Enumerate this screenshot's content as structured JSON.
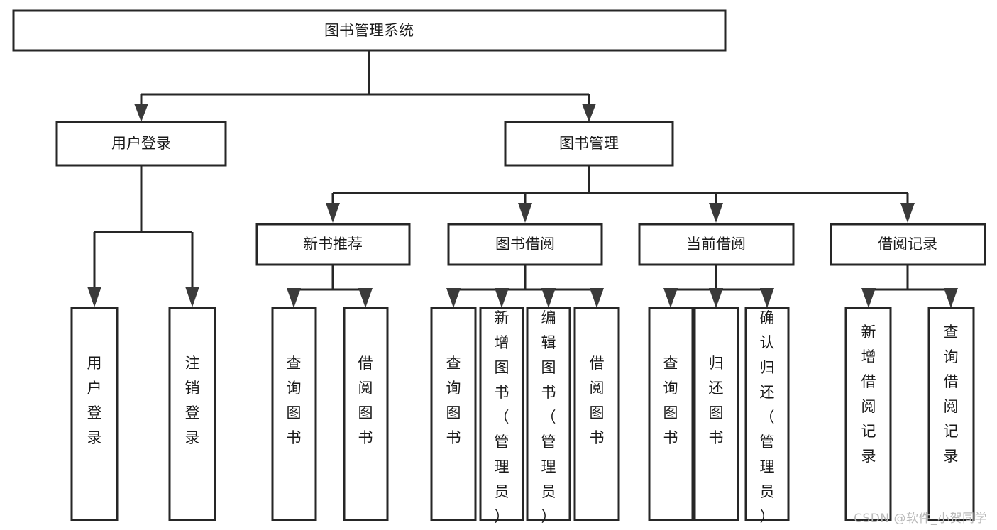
{
  "diagram": {
    "type": "tree",
    "title": "图书管理系统",
    "watermark": "CSDN @软件_小贺同学",
    "colors": {
      "box_stroke": "#262626",
      "box_fill": "#ffffff",
      "text": "#1a1a1a",
      "arrow": "#3a3a3a",
      "watermark": "#b9b9b9",
      "background": "#ffffff"
    },
    "levels": [
      {
        "level": 1,
        "nodes": [
          {
            "id": "root",
            "label": "图书管理系统",
            "orientation": "horizontal"
          }
        ]
      },
      {
        "level": 2,
        "nodes": [
          {
            "id": "login",
            "label": "用户登录",
            "orientation": "horizontal",
            "parent": "root"
          },
          {
            "id": "bookmgmt",
            "label": "图书管理",
            "orientation": "horizontal",
            "parent": "root"
          }
        ]
      },
      {
        "level": 3,
        "nodes": [
          {
            "id": "newbook",
            "label": "新书推荐",
            "orientation": "horizontal",
            "parent": "bookmgmt"
          },
          {
            "id": "borrow",
            "label": "图书借阅",
            "orientation": "horizontal",
            "parent": "bookmgmt"
          },
          {
            "id": "current",
            "label": "当前借阅",
            "orientation": "horizontal",
            "parent": "bookmgmt"
          },
          {
            "id": "record",
            "label": "借阅记录",
            "orientation": "horizontal",
            "parent": "bookmgmt"
          }
        ]
      },
      {
        "level": 4,
        "nodes": [
          {
            "id": "leaf-1",
            "label": "用户登录",
            "orientation": "vertical",
            "parent": "login"
          },
          {
            "id": "leaf-2",
            "label": "注销登录",
            "orientation": "vertical",
            "parent": "login"
          },
          {
            "id": "leaf-3",
            "label": "查询图书",
            "orientation": "vertical",
            "parent": "newbook"
          },
          {
            "id": "leaf-4",
            "label": "借阅图书",
            "orientation": "vertical",
            "parent": "newbook"
          },
          {
            "id": "leaf-5",
            "label": "查询图书",
            "orientation": "vertical",
            "parent": "borrow"
          },
          {
            "id": "leaf-6",
            "label": "新增图书（管理员）",
            "orientation": "vertical",
            "parent": "borrow"
          },
          {
            "id": "leaf-7",
            "label": "编辑图书（管理员）",
            "orientation": "vertical",
            "parent": "borrow"
          },
          {
            "id": "leaf-8",
            "label": "借阅图书",
            "orientation": "vertical",
            "parent": "borrow"
          },
          {
            "id": "leaf-9",
            "label": "查询图书",
            "orientation": "vertical",
            "parent": "current"
          },
          {
            "id": "leaf-10",
            "label": "归还图书",
            "orientation": "vertical",
            "parent": "current"
          },
          {
            "id": "leaf-11",
            "label": "确认归还（管理员）",
            "orientation": "vertical",
            "parent": "current"
          },
          {
            "id": "leaf-12",
            "label": "新增借阅记录",
            "orientation": "vertical",
            "parent": "record"
          },
          {
            "id": "leaf-13",
            "label": "查询借阅记录",
            "orientation": "vertical",
            "parent": "record"
          }
        ]
      }
    ]
  }
}
